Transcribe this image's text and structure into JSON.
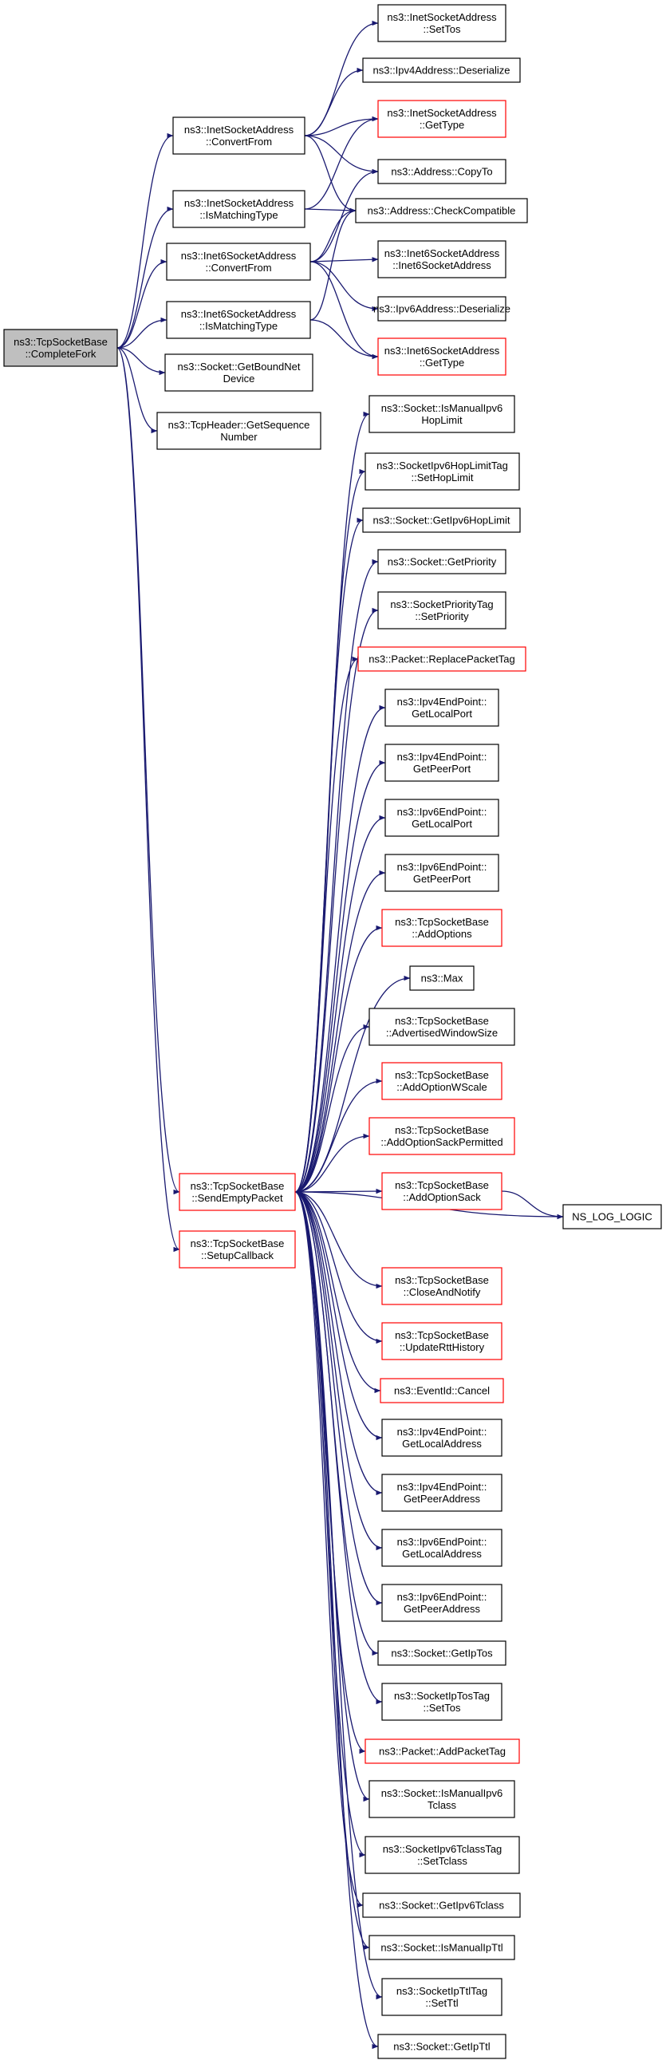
{
  "graph": {
    "nodes": {
      "root": [
        "ns3::TcpSocketBase",
        "::CompleteFork"
      ],
      "inet_convert": [
        "ns3::InetSocketAddress",
        "::ConvertFrom"
      ],
      "inet_match": [
        "ns3::InetSocketAddress",
        "::IsMatchingType"
      ],
      "inet6_convert": [
        "ns3::Inet6SocketAddress",
        "::ConvertFrom"
      ],
      "inet6_match": [
        "ns3::Inet6SocketAddress",
        "::IsMatchingType"
      ],
      "boundnet": [
        "ns3::Socket::GetBoundNet",
        "Device"
      ],
      "tcpheader_seq": [
        "ns3::TcpHeader::GetSequence",
        "Number"
      ],
      "sendempty": [
        "ns3::TcpSocketBase",
        "::SendEmptyPacket"
      ],
      "setupcb": [
        "ns3::TcpSocketBase",
        "::SetupCallback"
      ],
      "inet_settos": [
        "ns3::InetSocketAddress",
        "::SetTos"
      ],
      "ipv4_deser": [
        "ns3::Ipv4Address::Deserialize"
      ],
      "inet_gettype": [
        "ns3::InetSocketAddress",
        "::GetType"
      ],
      "addr_copyto": [
        "ns3::Address::CopyTo"
      ],
      "addr_check": [
        "ns3::Address::CheckCompatible"
      ],
      "inet6_ctor": [
        "ns3::Inet6SocketAddress",
        "::Inet6SocketAddress"
      ],
      "ipv6_deser": [
        "ns3::Ipv6Address::Deserialize"
      ],
      "inet6_gettype": [
        "ns3::Inet6SocketAddress",
        "::GetType"
      ],
      "ismanualipv6hop": [
        "ns3::Socket::IsManualIpv6",
        "HopLimit"
      ],
      "hoplimittag_set": [
        "ns3::SocketIpv6HopLimitTag",
        "::SetHopLimit"
      ],
      "getipv6hop": [
        "ns3::Socket::GetIpv6HopLimit"
      ],
      "getpriority": [
        "ns3::Socket::GetPriority"
      ],
      "prioritytag_set": [
        "ns3::SocketPriorityTag",
        "::SetPriority"
      ],
      "replacetag": [
        "ns3::Packet::ReplacePacketTag"
      ],
      "ipv4ep_localport": [
        "ns3::Ipv4EndPoint::",
        "GetLocalPort"
      ],
      "ipv4ep_peerport": [
        "ns3::Ipv4EndPoint::",
        "GetPeerPort"
      ],
      "ipv6ep_localport": [
        "ns3::Ipv6EndPoint::",
        "GetLocalPort"
      ],
      "ipv6ep_peerport": [
        "ns3::Ipv6EndPoint::",
        "GetPeerPort"
      ],
      "addoptions": [
        "ns3::TcpSocketBase",
        "::AddOptions"
      ],
      "max": [
        "ns3::Max"
      ],
      "advwin": [
        "ns3::TcpSocketBase",
        "::AdvertisedWindowSize"
      ],
      "addwscale": [
        "ns3::TcpSocketBase",
        "::AddOptionWScale"
      ],
      "addsackperm": [
        "ns3::TcpSocketBase",
        "::AddOptionSackPermitted"
      ],
      "addsack": [
        "ns3::TcpSocketBase",
        "::AddOptionSack"
      ],
      "nslog": [
        "NS_LOG_LOGIC"
      ],
      "closenotify": [
        "ns3::TcpSocketBase",
        "::CloseAndNotify"
      ],
      "updatertt": [
        "ns3::TcpSocketBase",
        "::UpdateRttHistory"
      ],
      "eventcancel": [
        "ns3::EventId::Cancel"
      ],
      "ipv4ep_localaddr": [
        "ns3::Ipv4EndPoint::",
        "GetLocalAddress"
      ],
      "ipv4ep_peeraddr": [
        "ns3::Ipv4EndPoint::",
        "GetPeerAddress"
      ],
      "ipv6ep_localaddr": [
        "ns3::Ipv6EndPoint::",
        "GetLocalAddress"
      ],
      "ipv6ep_peeraddr": [
        "ns3::Ipv6EndPoint::",
        "GetPeerAddress"
      ],
      "getiptos": [
        "ns3::Socket::GetIpTos"
      ],
      "iptostag_set": [
        "ns3::SocketIpTosTag",
        "::SetTos"
      ],
      "addpackettag": [
        "ns3::Packet::AddPacketTag"
      ],
      "ismanualipv6tclass": [
        "ns3::Socket::IsManualIpv6",
        "Tclass"
      ],
      "tclasstag_set": [
        "ns3::SocketIpv6TclassTag",
        "::SetTclass"
      ],
      "getipv6tclass": [
        "ns3::Socket::GetIpv6Tclass"
      ],
      "ismanualipttl": [
        "ns3::Socket::IsManualIpTtl"
      ],
      "ipttltag_set": [
        "ns3::SocketIpTtlTag",
        "::SetTtl"
      ],
      "getipttl": [
        "ns3::Socket::GetIpTtl"
      ]
    }
  }
}
